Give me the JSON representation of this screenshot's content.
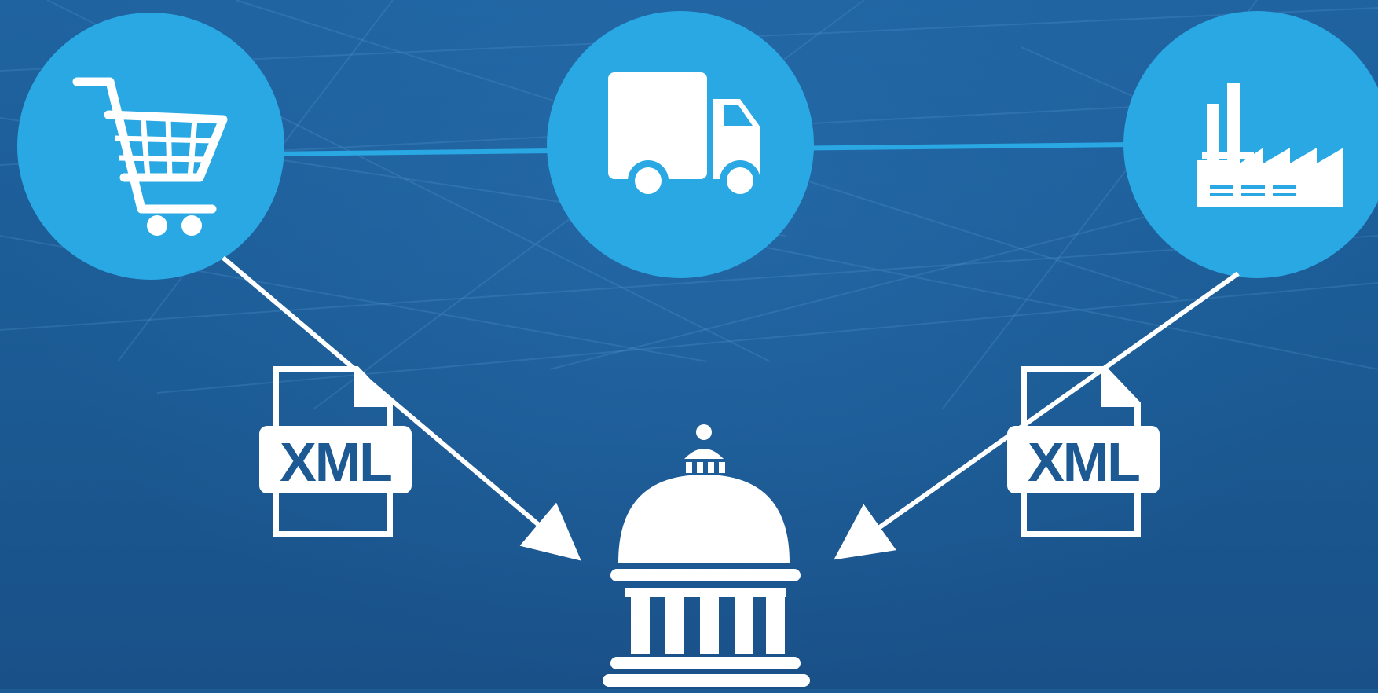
{
  "nodes": [
    {
      "id": "shop",
      "icon": "shopping-cart-icon"
    },
    {
      "id": "transport",
      "icon": "delivery-truck-icon"
    },
    {
      "id": "producer",
      "icon": "factory-icon"
    }
  ],
  "documents": [
    {
      "label": "XML",
      "icon": "xml-file-icon"
    },
    {
      "label": "XML",
      "icon": "xml-file-icon"
    }
  ],
  "target": {
    "icon": "government-building-icon"
  },
  "colors": {
    "background": "#1d5a93",
    "node_fill": "#29a8e3",
    "icon": "#ffffff",
    "connector": "#29a8e3",
    "arrow": "#ffffff"
  }
}
